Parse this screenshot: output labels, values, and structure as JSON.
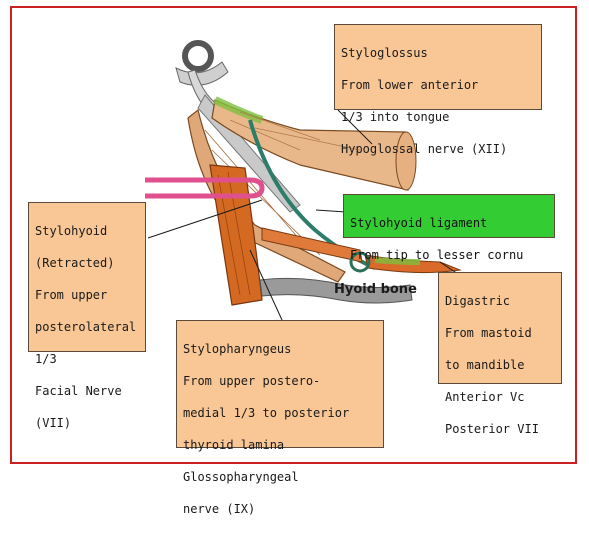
{
  "figure": {
    "border_color": "#cc1f1f",
    "label_fill": "#f9c796",
    "ligament_fill": "#33cc33"
  },
  "labels": {
    "styloglossus": [
      "Styloglossus",
      "From lower anterior",
      "1/3 into tongue",
      "Hypoglossal nerve (XII)"
    ],
    "stylohyoid_ligament": [
      "Stylohyoid ligament",
      "From tip to lesser cornu"
    ],
    "stylohyoid": [
      "Stylohyoid",
      "(Retracted)",
      "From upper",
      "posterolateral",
      "1/3",
      "Facial Nerve",
      "(VII)"
    ],
    "digastric": [
      "Digastric",
      "From mastoid",
      "to mandible",
      "Anterior Vc",
      "Posterior VII"
    ],
    "stylopharyngeus": [
      "Stylopharyngeus",
      "From upper postero-",
      "medial 1/3 to posterior",
      "thyroid lamina",
      "Glossopharyngeal",
      "nerve (IX)"
    ],
    "hyoid_bone": "Hyoid bone"
  }
}
